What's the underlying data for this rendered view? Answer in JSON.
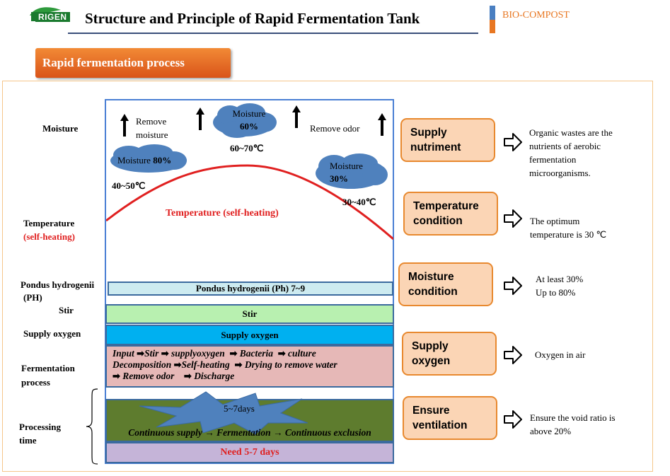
{
  "header": {
    "logo_text": "RIGEN",
    "title": "Structure and Principle of Rapid Fermentation Tank",
    "brand": "BIO-COMPOST",
    "colors": {
      "brand_orange": "#e87722",
      "brand_blue": "#4a7fc1",
      "title_line": "#3a4f7a"
    }
  },
  "banner": {
    "label": "Rapid fermentation process"
  },
  "left_labels": {
    "moisture": "Moisture",
    "temperature": "Temperature",
    "temperature_paren": "(self-heating)",
    "ph_line1": "Pondus hydrogenii",
    "ph_line2": "(PH)",
    "stir": "Stir",
    "supply_oxygen": "Supply oxygen",
    "fermentation_line1": "Fermentation",
    "fermentation_line2": "process",
    "processing_line1": "Processing",
    "processing_line2": "time"
  },
  "diagram": {
    "remove_moisture_line1": "Remove",
    "remove_moisture_line2": "moisture",
    "remove_odor": "Remove odor",
    "cloud_center_label": "Moisture",
    "cloud_center_value": "60%",
    "cloud_left_label": "Moisture",
    "cloud_left_value": "80%",
    "cloud_right_label": "Moisture",
    "cloud_right_value": "30%",
    "temp_peak": "60~70℃",
    "temp_left": "40~50℃",
    "temp_right": "30~40℃",
    "curve_label": "Temperature (self-heating)",
    "ph_band": "Pondus hydrogenii (Ph) 7~9",
    "stir_band": "Stir",
    "oxygen_band": "Supply oxygen",
    "process_steps_row1": [
      "Input",
      "Stir",
      "supplyoxygen",
      "Bacteria",
      "culture"
    ],
    "process_steps_row2": [
      "Decomposition",
      "Self-heating",
      "Drying to remove water"
    ],
    "process_steps_row3": [
      "Remove odor",
      "Discharge"
    ],
    "burst_label": "5~7days",
    "continuous_text": "Continuous supply → Fermentation → Continuous exclusion",
    "need_days": "Need 5-7 days",
    "colors": {
      "frame_blue": "#4a7fd4",
      "curve_red": "#e02020",
      "cloud_blue": "#4f81bd",
      "ph_band": "#cdebf0",
      "stir_band": "#b8f0b0",
      "oxygen_band": "#00b0f0",
      "process_band": "#e6b8b7",
      "time_band": "#5e7c2e",
      "need_band": "#c5b4d8"
    }
  },
  "right_panel": [
    {
      "title_line1": "Supply",
      "title_line2": "nutriment",
      "desc_lines": [
        "Organic wastes are the",
        "nutrients of aerobic",
        "fermentation",
        "microorganisms."
      ]
    },
    {
      "title_line1": "Temperature",
      "title_line2": "condition",
      "desc_lines": [
        "The optimum",
        "temperature is 30 ℃"
      ]
    },
    {
      "title_line1": "Moisture",
      "title_line2": "condition",
      "desc_lines": [
        "At least 30%",
        "Up to 80%"
      ]
    },
    {
      "title_line1": "Supply",
      "title_line2": "oxygen",
      "desc_lines": [
        "Oxygen in air"
      ]
    },
    {
      "title_line1": "Ensure",
      "title_line2": "ventilation",
      "desc_lines": [
        "Ensure the void ratio is",
        "above 20%"
      ]
    }
  ]
}
